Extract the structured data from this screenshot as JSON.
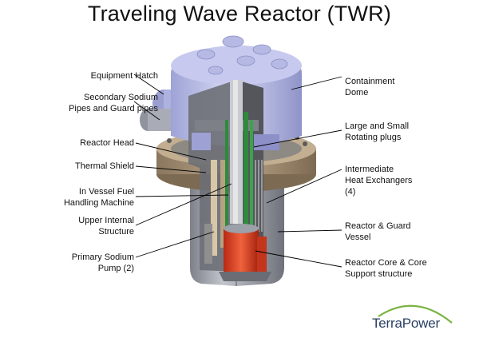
{
  "title": "Traveling Wave Reactor (TWR)",
  "labels_left": [
    {
      "id": "equipment-hatch",
      "text": "Equipment Hatch"
    },
    {
      "id": "secondary-sodium",
      "text": "Secondary Sodium\nPipes and Guard pipes"
    },
    {
      "id": "reactor-head",
      "text": "Reactor Head"
    },
    {
      "id": "thermal-shield",
      "text": "Thermal Shield"
    },
    {
      "id": "fuel-handling",
      "text": "In Vessel Fuel\nHandling Machine"
    },
    {
      "id": "upper-internal",
      "text": "Upper Internal\nStructure"
    },
    {
      "id": "primary-pump",
      "text": "Primary Sodium\nPump (2)"
    }
  ],
  "labels_right": [
    {
      "id": "containment-dome",
      "text": "Containment\nDome"
    },
    {
      "id": "rotating-plugs",
      "text": "Large and Small\nRotating plugs"
    },
    {
      "id": "heat-exchangers",
      "text": "Intermediate\nHeat Exchangers\n(4)"
    },
    {
      "id": "guard-vessel",
      "text": "Reactor & Guard\nVessel"
    },
    {
      "id": "core-support",
      "text": "Reactor Core & Core\nSupport structure"
    }
  ],
  "logo": {
    "text": "TerraPower",
    "accent_color": "#7cb342",
    "text_color": "#2a3f63"
  },
  "colors": {
    "dome": "#b9bde6",
    "steel": "#a7aab3",
    "flange": "#a08c72",
    "core": "#e0492a",
    "tube": "#2f8a3c"
  }
}
